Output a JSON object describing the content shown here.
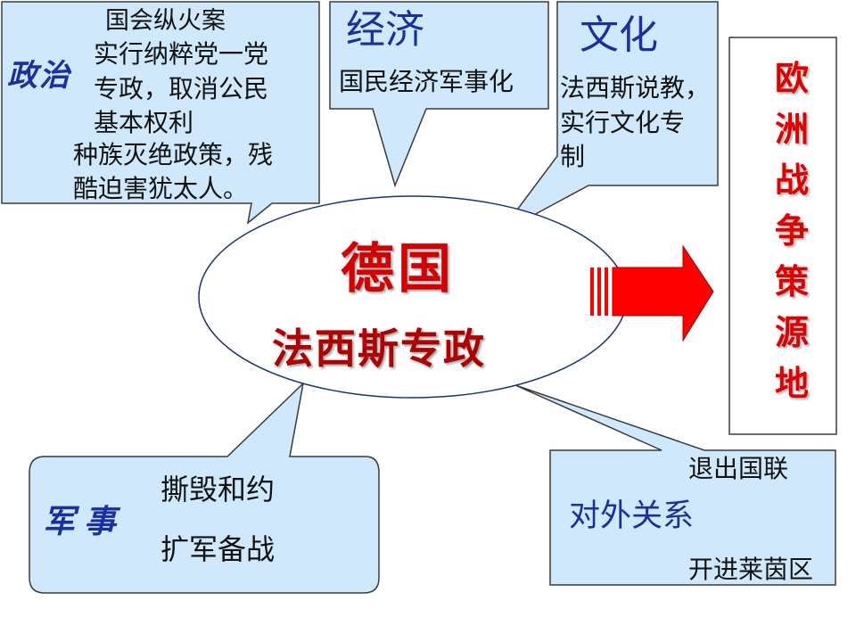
{
  "colors": {
    "box_fill": "#cfe8fb",
    "box_stroke": "#3a3a3a",
    "title_red": "#d40000",
    "arrow_red": "#ff0000",
    "label_blue": "#1b2fa0"
  },
  "politics": {
    "label": "政治",
    "line1": "国会纵火案",
    "line2": "实行纳粹党一党",
    "line3": "专政，取消公民",
    "line4": "基本权利",
    "line5": "种族灭绝政策，残",
    "line6": "酷迫害犹太人。"
  },
  "economy": {
    "label": "经济",
    "text": "国民经济军事化"
  },
  "culture": {
    "label": "文化",
    "line1": "法西斯说教，",
    "line2": "实行文化专",
    "line3": "制"
  },
  "center": {
    "title": "德国",
    "subtitle": "法西斯专政"
  },
  "result": {
    "text": "欧洲战争策源地"
  },
  "military": {
    "label": "军事",
    "item1": "撕毁和约",
    "item2": "扩军备战"
  },
  "foreign": {
    "label": "对外关系",
    "item1": "退出国联",
    "item2": "开进莱茵区"
  }
}
